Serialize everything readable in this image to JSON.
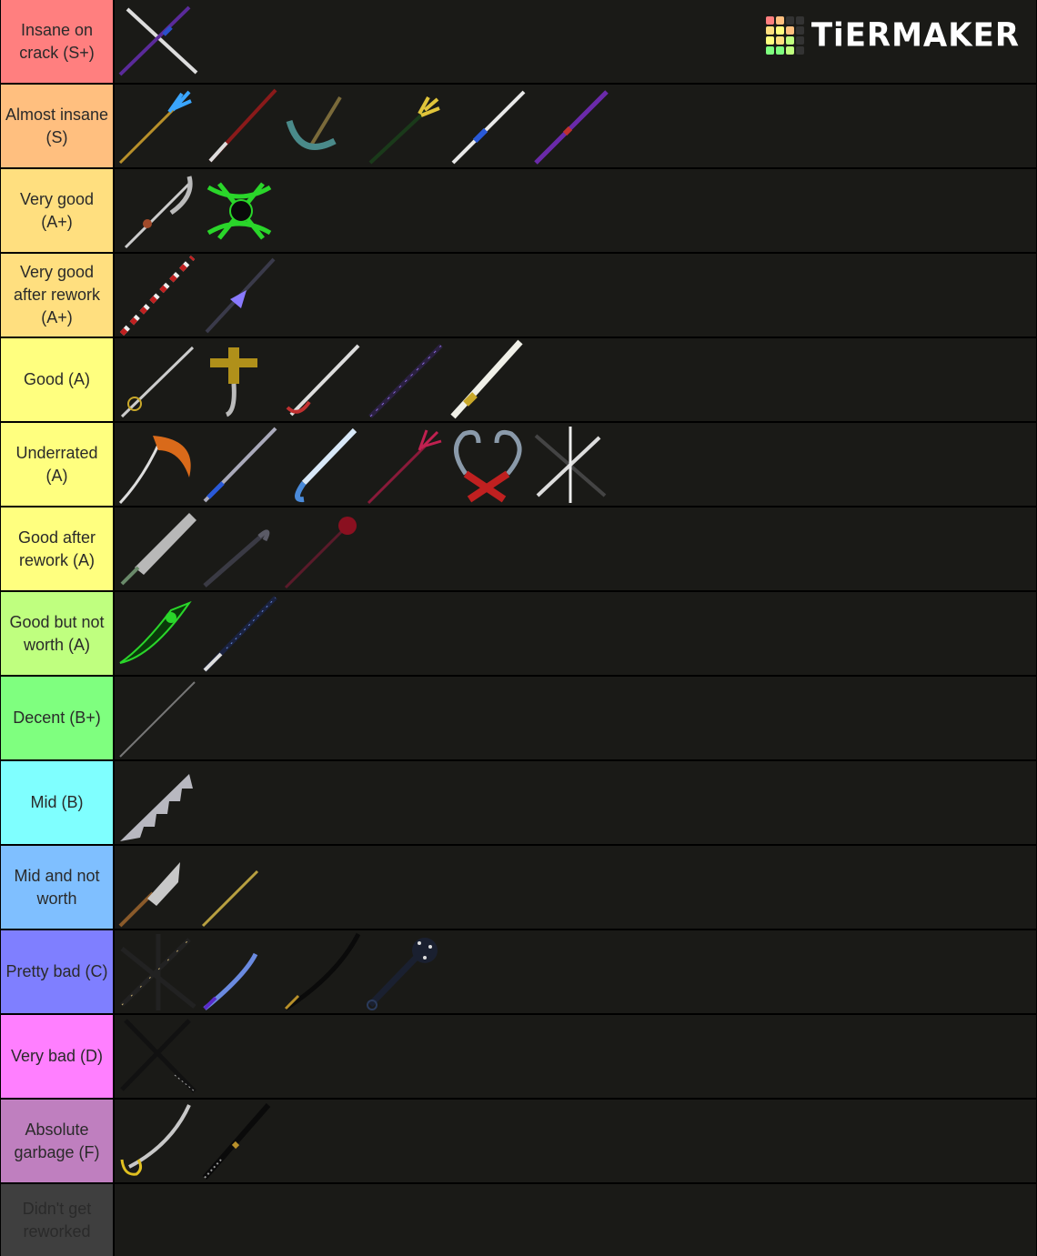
{
  "logo": {
    "text": "TiERMAKER"
  },
  "tiers": [
    {
      "label": "Insane on crack (S+)",
      "color": "#ff7f7f",
      "items": [
        "crossed-katanas-icon"
      ]
    },
    {
      "label": "Almost insane (S)",
      "color": "#ffbf7f",
      "items": [
        "blue-trident-icon",
        "red-katana-icon",
        "anchor-icon",
        "gold-trident-icon",
        "white-blue-katana-icon",
        "purple-katana-icon"
      ]
    },
    {
      "label": "Very good (A+)",
      "color": "#ffdf7f",
      "items": [
        "scythe-icon",
        "green-crest-icon"
      ]
    },
    {
      "label": "Very good after rework (A+)",
      "color": "#ffdf7f",
      "items": [
        "red-white-katana-icon",
        "dark-sword-icon"
      ]
    },
    {
      "label": "Good (A)",
      "color": "#ffff7f",
      "items": [
        "saber-icon",
        "gold-cross-sword-icon",
        "red-hilt-saber-icon",
        "dark-purple-katana-icon",
        "white-katana-icon"
      ]
    },
    {
      "label": "Underrated (A)",
      "color": "#ffff7f",
      "items": [
        "orange-scythe-icon",
        "hook-spear-icon",
        "umbrella-icon",
        "red-trident-icon",
        "twin-hooks-icon",
        "cross-blades-icon"
      ]
    },
    {
      "label": "Good after rework (A)",
      "color": "#ffff7f",
      "items": [
        "broad-sword-icon",
        "cane-icon",
        "red-staff-icon"
      ]
    },
    {
      "label": "Good but not worth (A)",
      "color": "#bfff7f",
      "items": [
        "green-blade-icon",
        "dotted-katana-icon"
      ]
    },
    {
      "label": "Decent (B+)",
      "color": "#7fff7f",
      "items": [
        "thin-blade-icon"
      ]
    },
    {
      "label": "Mid (B)",
      "color": "#7fffff",
      "items": [
        "serrated-blade-icon"
      ]
    },
    {
      "label": "Mid and not worth",
      "color": "#7fbfff",
      "items": [
        "cleaver-icon",
        "gold-pole-icon"
      ]
    },
    {
      "label": "Pretty bad (C)",
      "color": "#7f7fff",
      "items": [
        "triple-katanas-icon",
        "blue-katana-icon",
        "black-katana-icon",
        "spiked-mace-icon"
      ]
    },
    {
      "label": "Very bad (D)",
      "color": "#ff7fff",
      "items": [
        "crossed-black-katanas-icon"
      ]
    },
    {
      "label": "Absolute garbage (F)",
      "color": "#bf7fbf",
      "items": [
        "gold-saber-icon",
        "black-sheath-katana-icon"
      ]
    },
    {
      "label": "Didn't get reworked",
      "color": "#3f3f3f",
      "items": []
    }
  ]
}
